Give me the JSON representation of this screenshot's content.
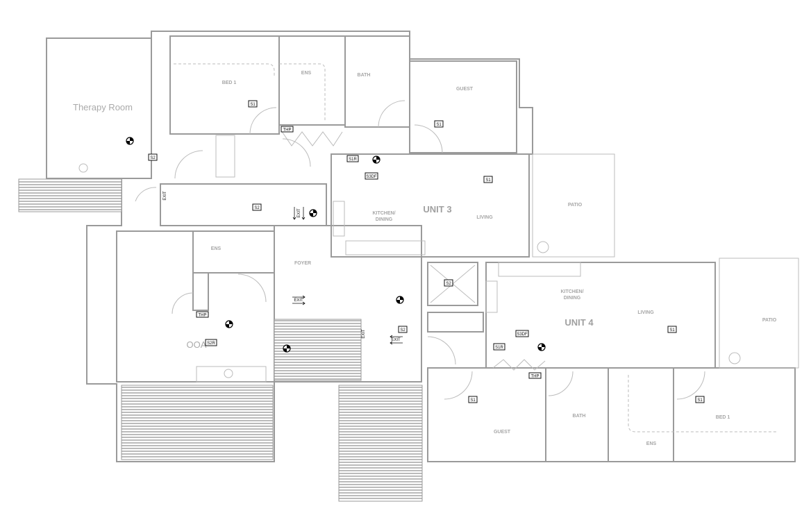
{
  "plan": {
    "rooms": {
      "therapy_room": "Therapy Room",
      "bed1_u3": "BED 1",
      "ens_u3": "ENS",
      "bath_u3": "BATH",
      "guest_u3": "GUEST",
      "unit3": "UNIT 3",
      "kitchen_u3_l1": "KITCHEN/",
      "kitchen_u3_l2": "DINING",
      "living_u3": "LIVING",
      "patio_u3": "PATIO",
      "ens_ooa": "ENS",
      "foyer": "FOYER",
      "ooa": "OOA",
      "kitchen_u4_l1": "KITCHEN/",
      "kitchen_u4_l2": "DINING",
      "living_u4": "LIVING",
      "unit4": "UNIT 4",
      "patio_u4": "PATIO",
      "guest_u4": "GUEST",
      "bath_u4": "BATH",
      "ens_u4": "ENS",
      "bed1_u4": "BED 1"
    },
    "tags": {
      "s1": "S1",
      "s2": "S2",
      "s1r": "S1R",
      "s2r": "S2R",
      "s3df": "S3DF",
      "thp": "THP",
      "exit": "EXIT"
    },
    "colors": {
      "wall": "#9a9a9a",
      "label": "#a6a6a6",
      "symbol": "#111111"
    }
  }
}
